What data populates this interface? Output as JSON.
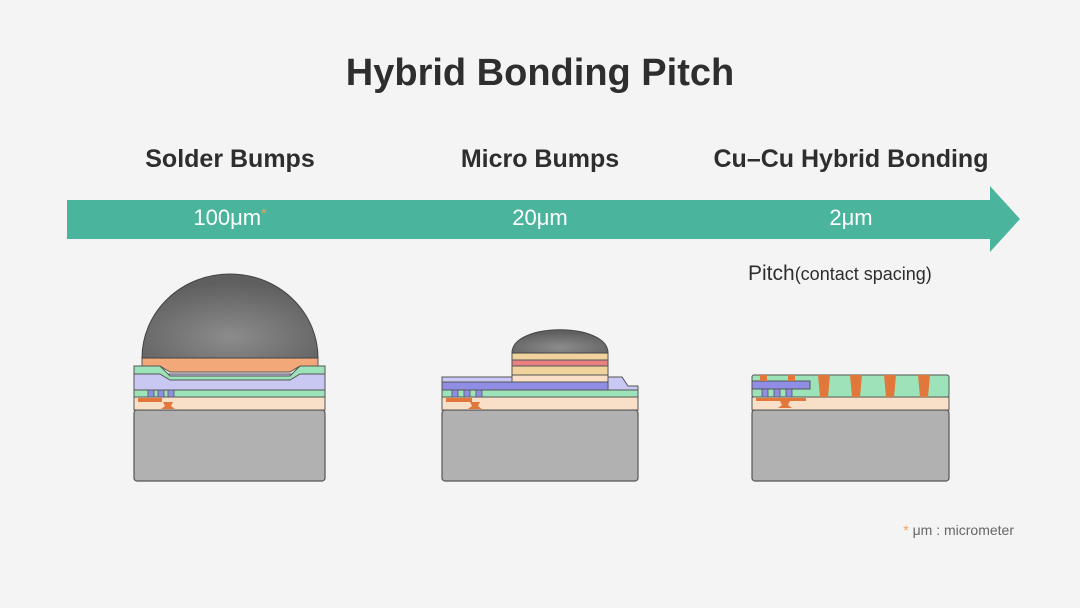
{
  "title": "Hybrid Bonding Pitch",
  "columns": [
    {
      "heading": "Solder Bumps",
      "pitch": "100μm",
      "pitch_marker": "*"
    },
    {
      "heading": "Micro Bumps",
      "pitch": "20μm"
    },
    {
      "heading": "Cu–Cu Hybrid Bonding",
      "pitch": "2μm"
    }
  ],
  "pitch_caption": {
    "main": "Pitch",
    "detail": "(contact spacing)"
  },
  "footnote": {
    "marker": "*",
    "text": "μm : micrometer"
  },
  "colors": {
    "arrow": "#4ab59c",
    "substrate": "#b1b1b1",
    "bump": "#6f6f6f",
    "copper": "#e2773c",
    "green_layer": "#9de3b9",
    "purple_layer": "#8f8ee4",
    "peach_layer": "#f7dfc8",
    "background": "#f4f4f4"
  }
}
